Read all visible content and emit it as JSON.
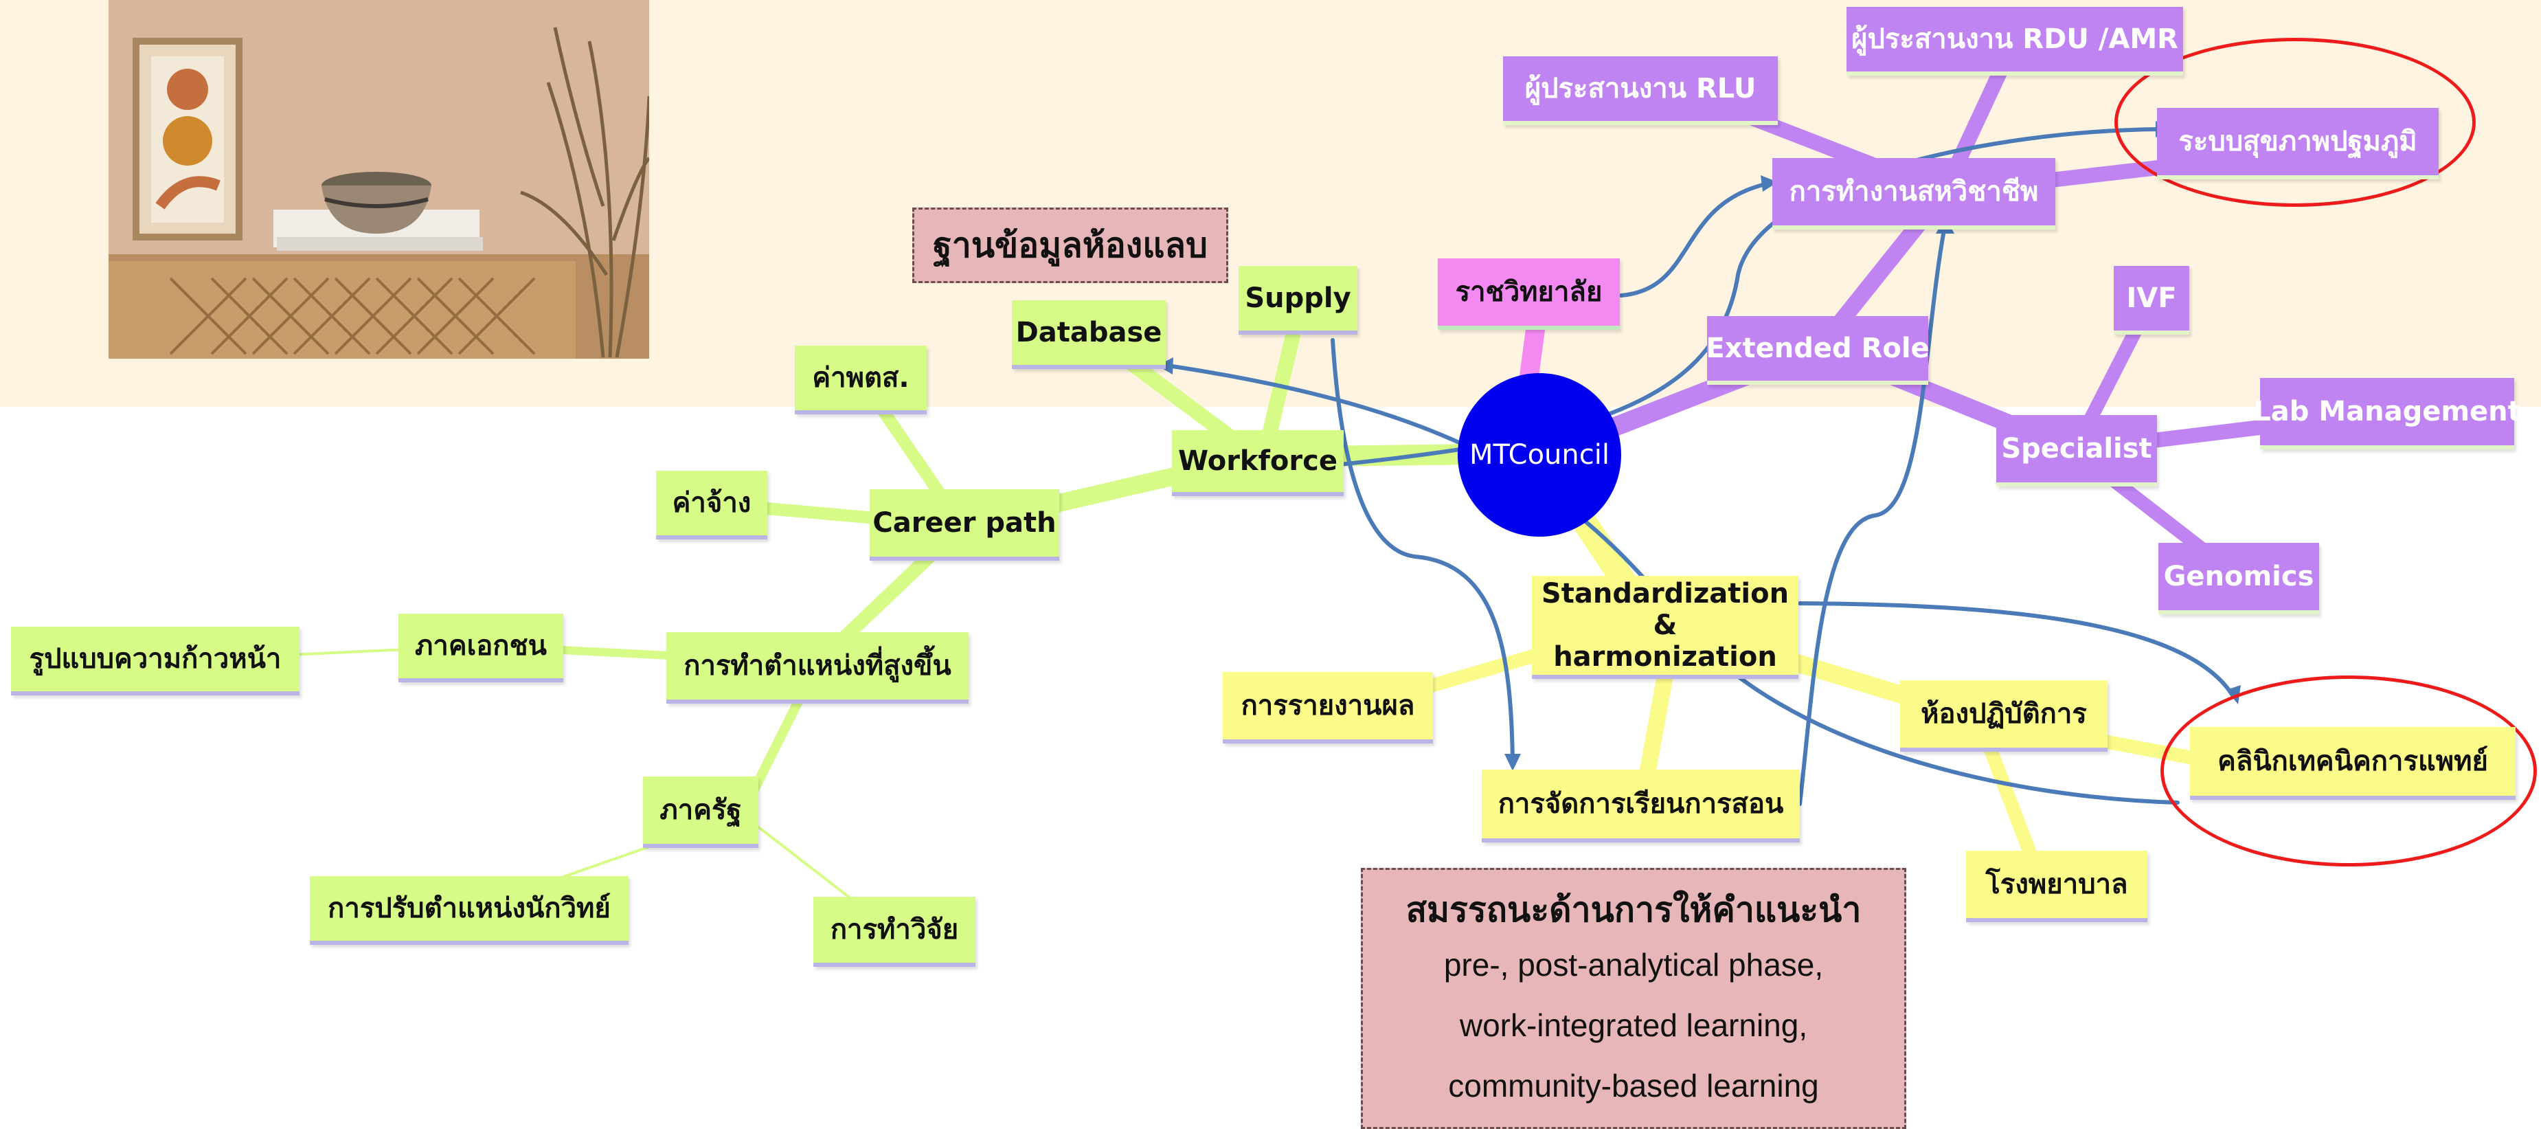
{
  "center": {
    "label": "MTCouncil"
  },
  "lab_database_box": {
    "label": "ฐานข้อมูลห้องแลบ"
  },
  "competency_box": {
    "title": "สมรรถนะด้านการให้คำแนะนำ",
    "lines": [
      "pre-, post-analytical phase,",
      "work-integrated learning,",
      "community-based learning"
    ]
  },
  "workforce": {
    "label": "Workforce",
    "database": "Database",
    "supply": "Supply",
    "career_path": "Career path",
    "pts_fee": "ค่าพตส.",
    "wages": "ค่าจ้าง",
    "promotion": "การทำตำแหน่งที่สูงขึ้น",
    "private_sector": "ภาคเอกชน",
    "progress_model": "รูปแบบความก้าวหน้า",
    "public_sector": "ภาครัฐ",
    "scientist_reposition": "การปรับตำแหน่งนักวิทย์",
    "research": "การทำวิจัย"
  },
  "college": {
    "label": "ราชวิทยาลัย"
  },
  "extended_role": {
    "label": "Extended Role",
    "interprofessional": "การทำงานสหวิชาชีพ",
    "rlu": "ผู้ประสานงาน RLU",
    "rdu_amr": "ผู้ประสานงาน RDU /AMR",
    "primary_care": "ระบบสุขภาพปฐมภูมิ",
    "specialist": "Specialist",
    "ivf": "IVF",
    "lab_management": "Lab Management",
    "genomics": "Genomics"
  },
  "standardization": {
    "label": "Standardization & harmonization",
    "reporting": "การรายงานผล",
    "teaching": "การจัดการเรียนการสอน",
    "laboratory": "ห้องปฏิบัติการ",
    "hospital": "โรงพยาบาล",
    "mt_clinic": "คลินิกเทคนิคการแพทย์"
  },
  "colors": {
    "green": "#d6fb86",
    "yellow": "#fbfb8a",
    "purple": "#c083f2",
    "pink": "#f38af2",
    "center": "#0000ee",
    "arrow": "#4a7ab8",
    "highlight": "#ee1b1b"
  }
}
